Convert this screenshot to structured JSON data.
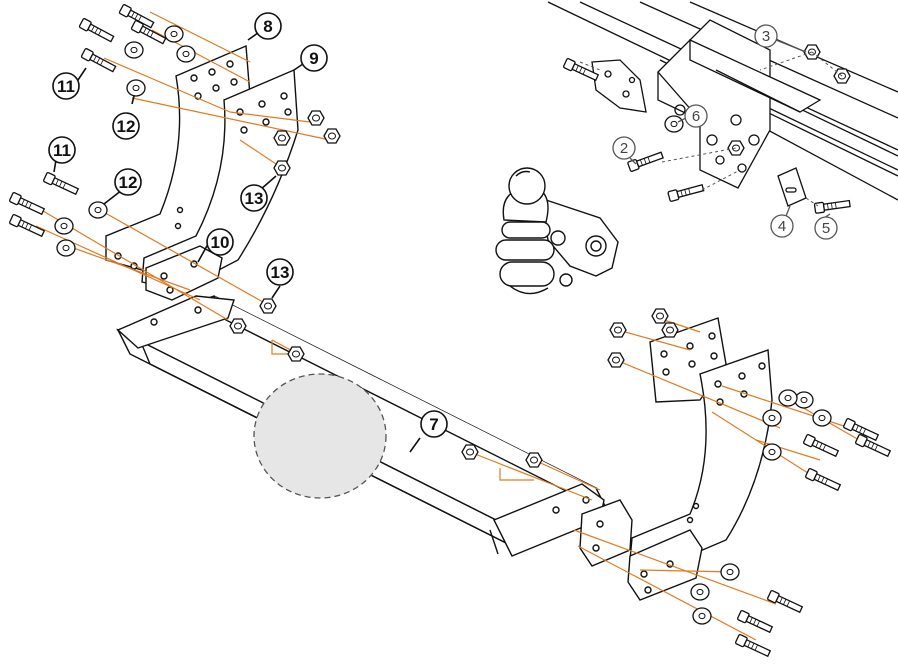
{
  "diagram": {
    "colors": {
      "line": "#111111",
      "guide": "#e07b22",
      "dashed": "#555555",
      "placeholder_fill": "#e6e6e6",
      "placeholder_stroke": "#555555"
    },
    "callouts": {
      "c2": "2",
      "c3": "3",
      "c4": "4",
      "c5": "5",
      "c6": "6",
      "c7": "7",
      "c8": "8",
      "c9": "9",
      "c10": "10",
      "c11a": "11",
      "c11b": "11",
      "c12a": "12",
      "c12b": "12",
      "c13a": "13",
      "c13b": "13"
    }
  }
}
